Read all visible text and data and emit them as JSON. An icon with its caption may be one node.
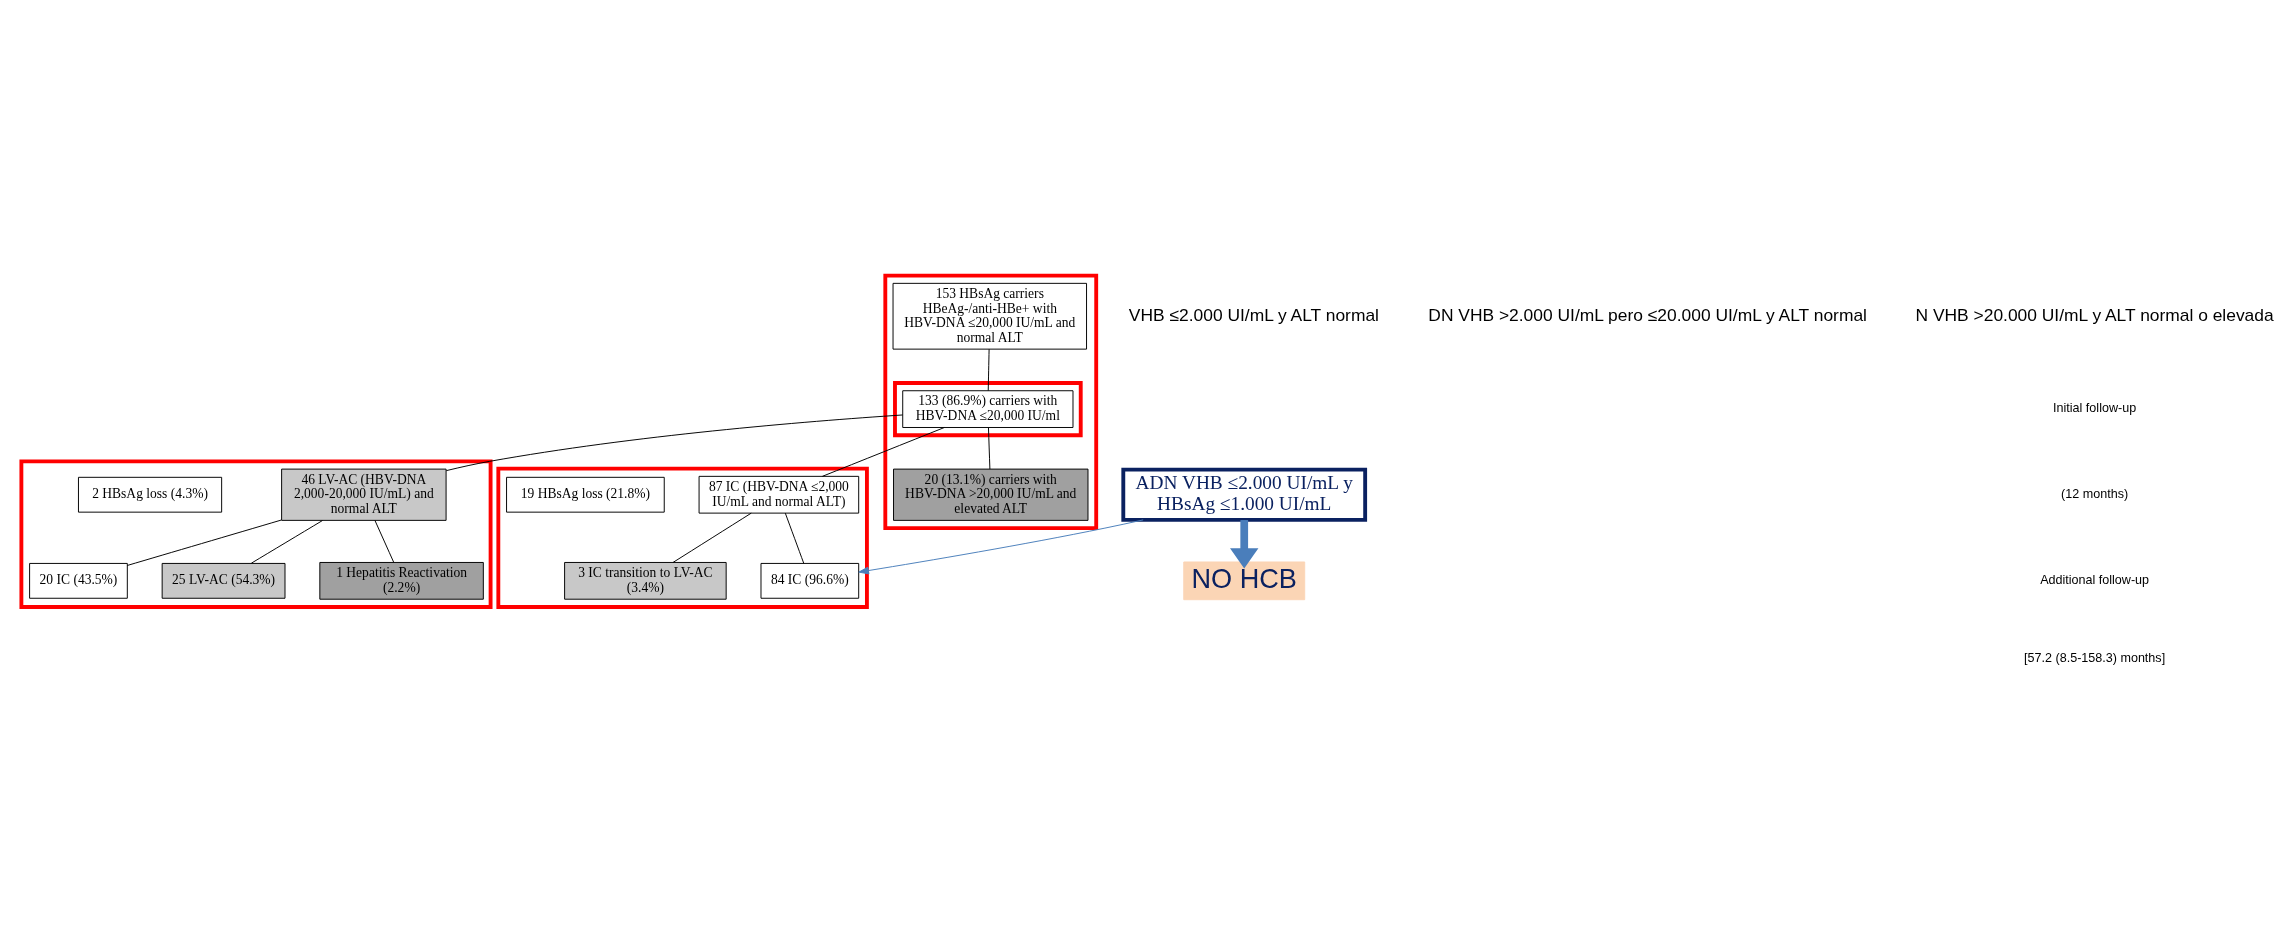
{
  "diagram": {
    "nodes": [
      {
        "text": [],
        "shape": "box"
      },
      {
        "text": [
          "153 HBsAg carriers HBeAg-/anti-HBe+ with HBV-DNA ≤20,000 IU/mL and normal ALT"
        ],
        "in": 0
      },
      {
        "text": [],
        "shape": "box",
        "in": 0
      },
      {
        "text": [
          "133 (86.9%) carriers with HBV-DNA ≤20,000 IU/ml"
        ],
        "in": 2
      },
      {
        "text": [
          "20 (13.1%) carriers with HBV-DNA >20,000 IU/mL and elevated ALT"
        ],
        "in": 0
      },
      {
        "text": [],
        "shape": "box"
      },
      {
        "text": [
          "87 IC (HBV-DNA ≤2,000 IU/mL and normal ALT)"
        ],
        "in": 5
      },
      {
        "text": [
          "84 IC (96.6%)"
        ],
        "in": 5
      },
      {
        "text": [
          "3 IC transition to LV-AC (3.4%)"
        ],
        "in": 5
      },
      {
        "text": [
          "19 HBsAg loss (21.8%)"
        ],
        "in": 5
      },
      {
        "text": [],
        "shape": "box"
      },
      {
        "text": [
          "46 LV-AC (HBV-DNA 2,000-20,000 IU/mL) and normal ALT"
        ],
        "in": 10
      },
      {
        "text": [
          "20 IC (43.5%)"
        ],
        "in": 10
      },
      {
        "text": [
          "25 LV-AC (54.3%)"
        ],
        "in": 10
      },
      {
        "text": [
          "1 Hepatitis Reactivation (2.2%)"
        ],
        "in": 10
      },
      {
        "text": [
          "2 HBsAg loss (4.3%)"
        ],
        "in": 10
      },
      {
        "text": [
          "ADN VHB ≤2.000 UI/mL y HBsAg ≤1.000 UI/mL"
        ]
      },
      {
        "text": [
          "NO HCB"
        ]
      }
    ],
    "edges": [
      {
        "from": 1,
        "to": 3,
        "arrow": "none"
      },
      {
        "from": 3,
        "to": 4,
        "arrow": "none"
      },
      {
        "from": 3,
        "to": 6,
        "arrow": "none"
      },
      {
        "from": 3,
        "to": 11,
        "arrow": "none"
      },
      {
        "from": 6,
        "to": 7,
        "arrow": "none"
      },
      {
        "from": 6,
        "to": 8,
        "arrow": "none"
      },
      {
        "from": 11,
        "to": 12,
        "arrow": "none"
      },
      {
        "from": 11,
        "to": 13,
        "arrow": "none"
      },
      {
        "from": 11,
        "to": 14,
        "arrow": "none"
      },
      {
        "from": 16,
        "to": 7,
        "arrow": "to",
        "color": "#4a7ebb"
      },
      {
        "from": 16,
        "to": 17,
        "arrow": "to",
        "style": "thick",
        "color": "#4a7ebb"
      }
    ],
    "labels": [
      "VHB ≤2.000 UI/mL y ALT normal",
      "DN VHB >2.000 UI/mL pero ≤20.000 UI/mL y ALT normal",
      "N VHB >20.000 UI/mL y ALT normal o elevada",
      "Initial follow-up",
      "(12 months)",
      "Additional follow-up",
      "[57.2 (8.5-158.3) months]"
    ]
  }
}
